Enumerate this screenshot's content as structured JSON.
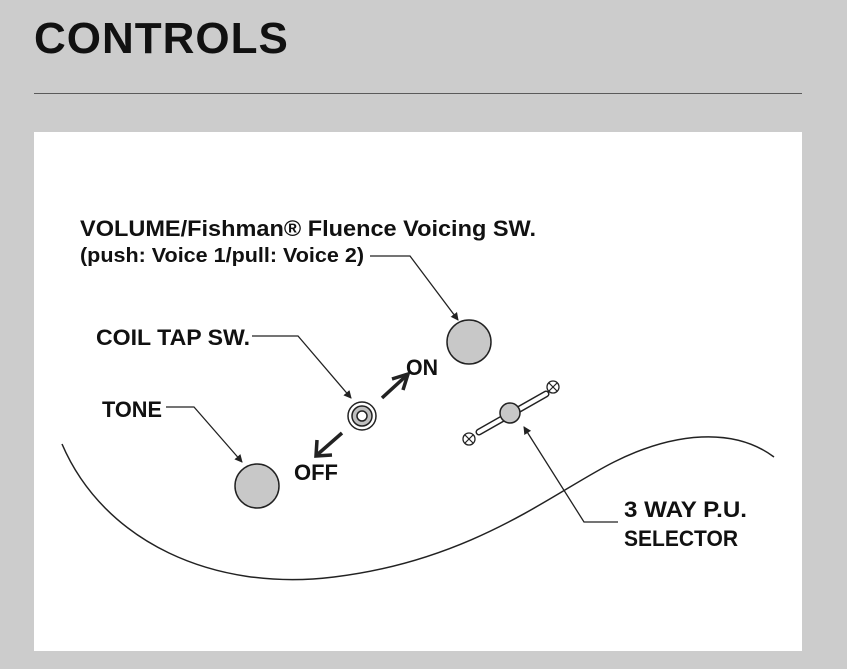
{
  "page": {
    "title": "CONTROLS"
  },
  "diagram": {
    "volume_label": "VOLUME/Fishman® Fluence Voicing SW.",
    "volume_sublabel": "(push: Voice 1/pull: Voice 2)",
    "coil_tap_label": "COIL TAP SW.",
    "on_label": "ON",
    "off_label": "OFF",
    "tone_label": "TONE",
    "selector_label_line1": "3 WAY P.U.",
    "selector_label_line2": "SELECTOR",
    "colors": {
      "knob": "#c8c8c8",
      "outline": "#222222"
    }
  }
}
